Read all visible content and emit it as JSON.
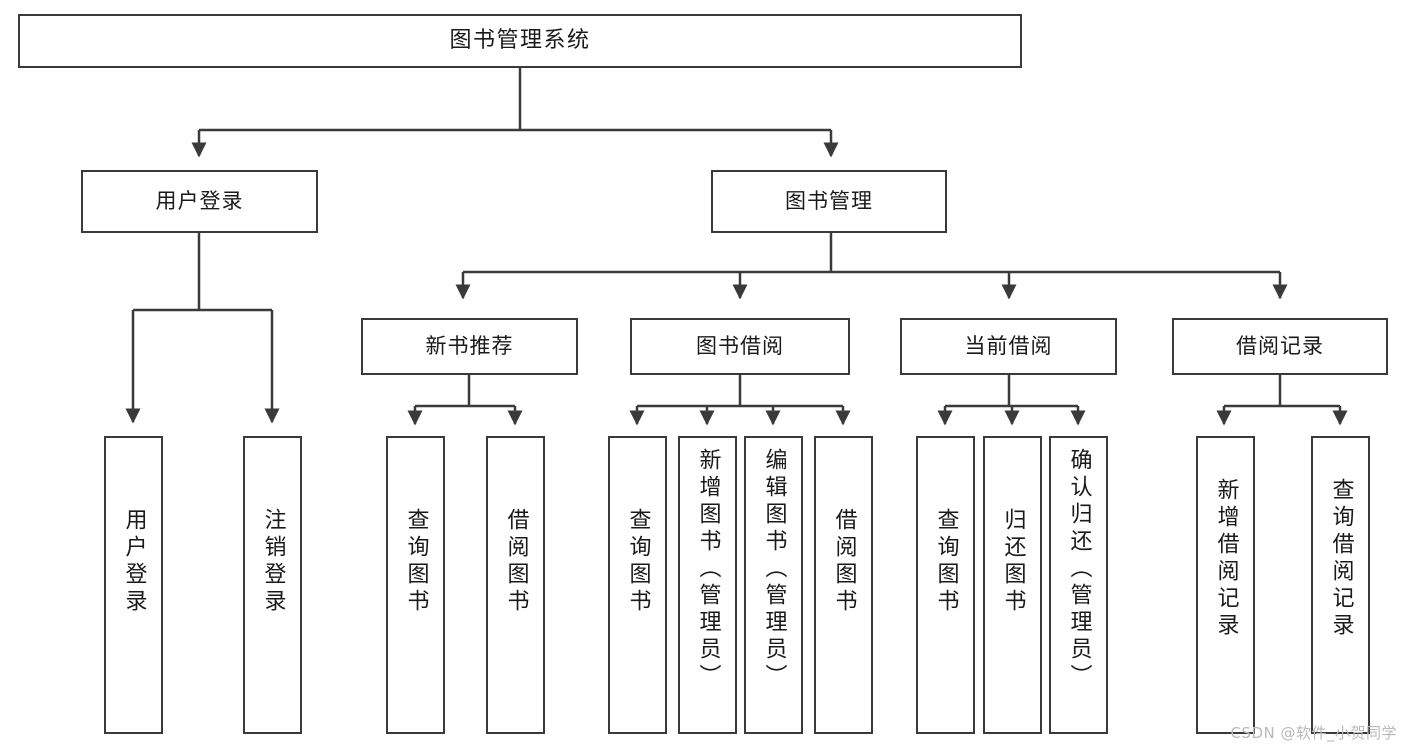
{
  "diagram": {
    "title": "图书管理系统",
    "type": "tree",
    "stroke_color": "#3a3a3a",
    "fill_color": "#ffffff",
    "text_color": "#1a1a1a",
    "watermark": "CSDN @软件_小贺同学"
  },
  "nodes": {
    "root": {
      "label": "图书管理系统"
    },
    "level1": [
      {
        "id": "user-login",
        "label": "用户登录"
      },
      {
        "id": "book-manage",
        "label": "图书管理"
      }
    ],
    "level2": [
      {
        "id": "new-book-recommend",
        "label": "新书推荐"
      },
      {
        "id": "book-borrow",
        "label": "图书借阅"
      },
      {
        "id": "current-borrow",
        "label": "当前借阅"
      },
      {
        "id": "borrow-record",
        "label": "借阅记录"
      }
    ],
    "leaves": {
      "user_login": [
        {
          "id": "leaf-user-login",
          "label": "用户登录"
        },
        {
          "id": "leaf-logout",
          "label": "注销登录"
        }
      ],
      "new_book_recommend": [
        {
          "id": "leaf-query-book-1",
          "label": "查询图书"
        },
        {
          "id": "leaf-borrow-book-1",
          "label": "借阅图书"
        }
      ],
      "book_borrow": [
        {
          "id": "leaf-query-book-2",
          "label": "查询图书"
        },
        {
          "id": "leaf-add-book",
          "label": "新增图书（管理员）"
        },
        {
          "id": "leaf-edit-book",
          "label": "编辑图书（管理员）"
        },
        {
          "id": "leaf-borrow-book-2",
          "label": "借阅图书"
        }
      ],
      "current_borrow": [
        {
          "id": "leaf-query-book-3",
          "label": "查询图书"
        },
        {
          "id": "leaf-return-book",
          "label": "归还图书"
        },
        {
          "id": "leaf-confirm-return",
          "label": "确认归还（管理员）"
        }
      ],
      "borrow_record": [
        {
          "id": "leaf-add-record",
          "label": "新增借阅记录"
        },
        {
          "id": "leaf-query-record",
          "label": "查询借阅记录"
        }
      ]
    }
  }
}
